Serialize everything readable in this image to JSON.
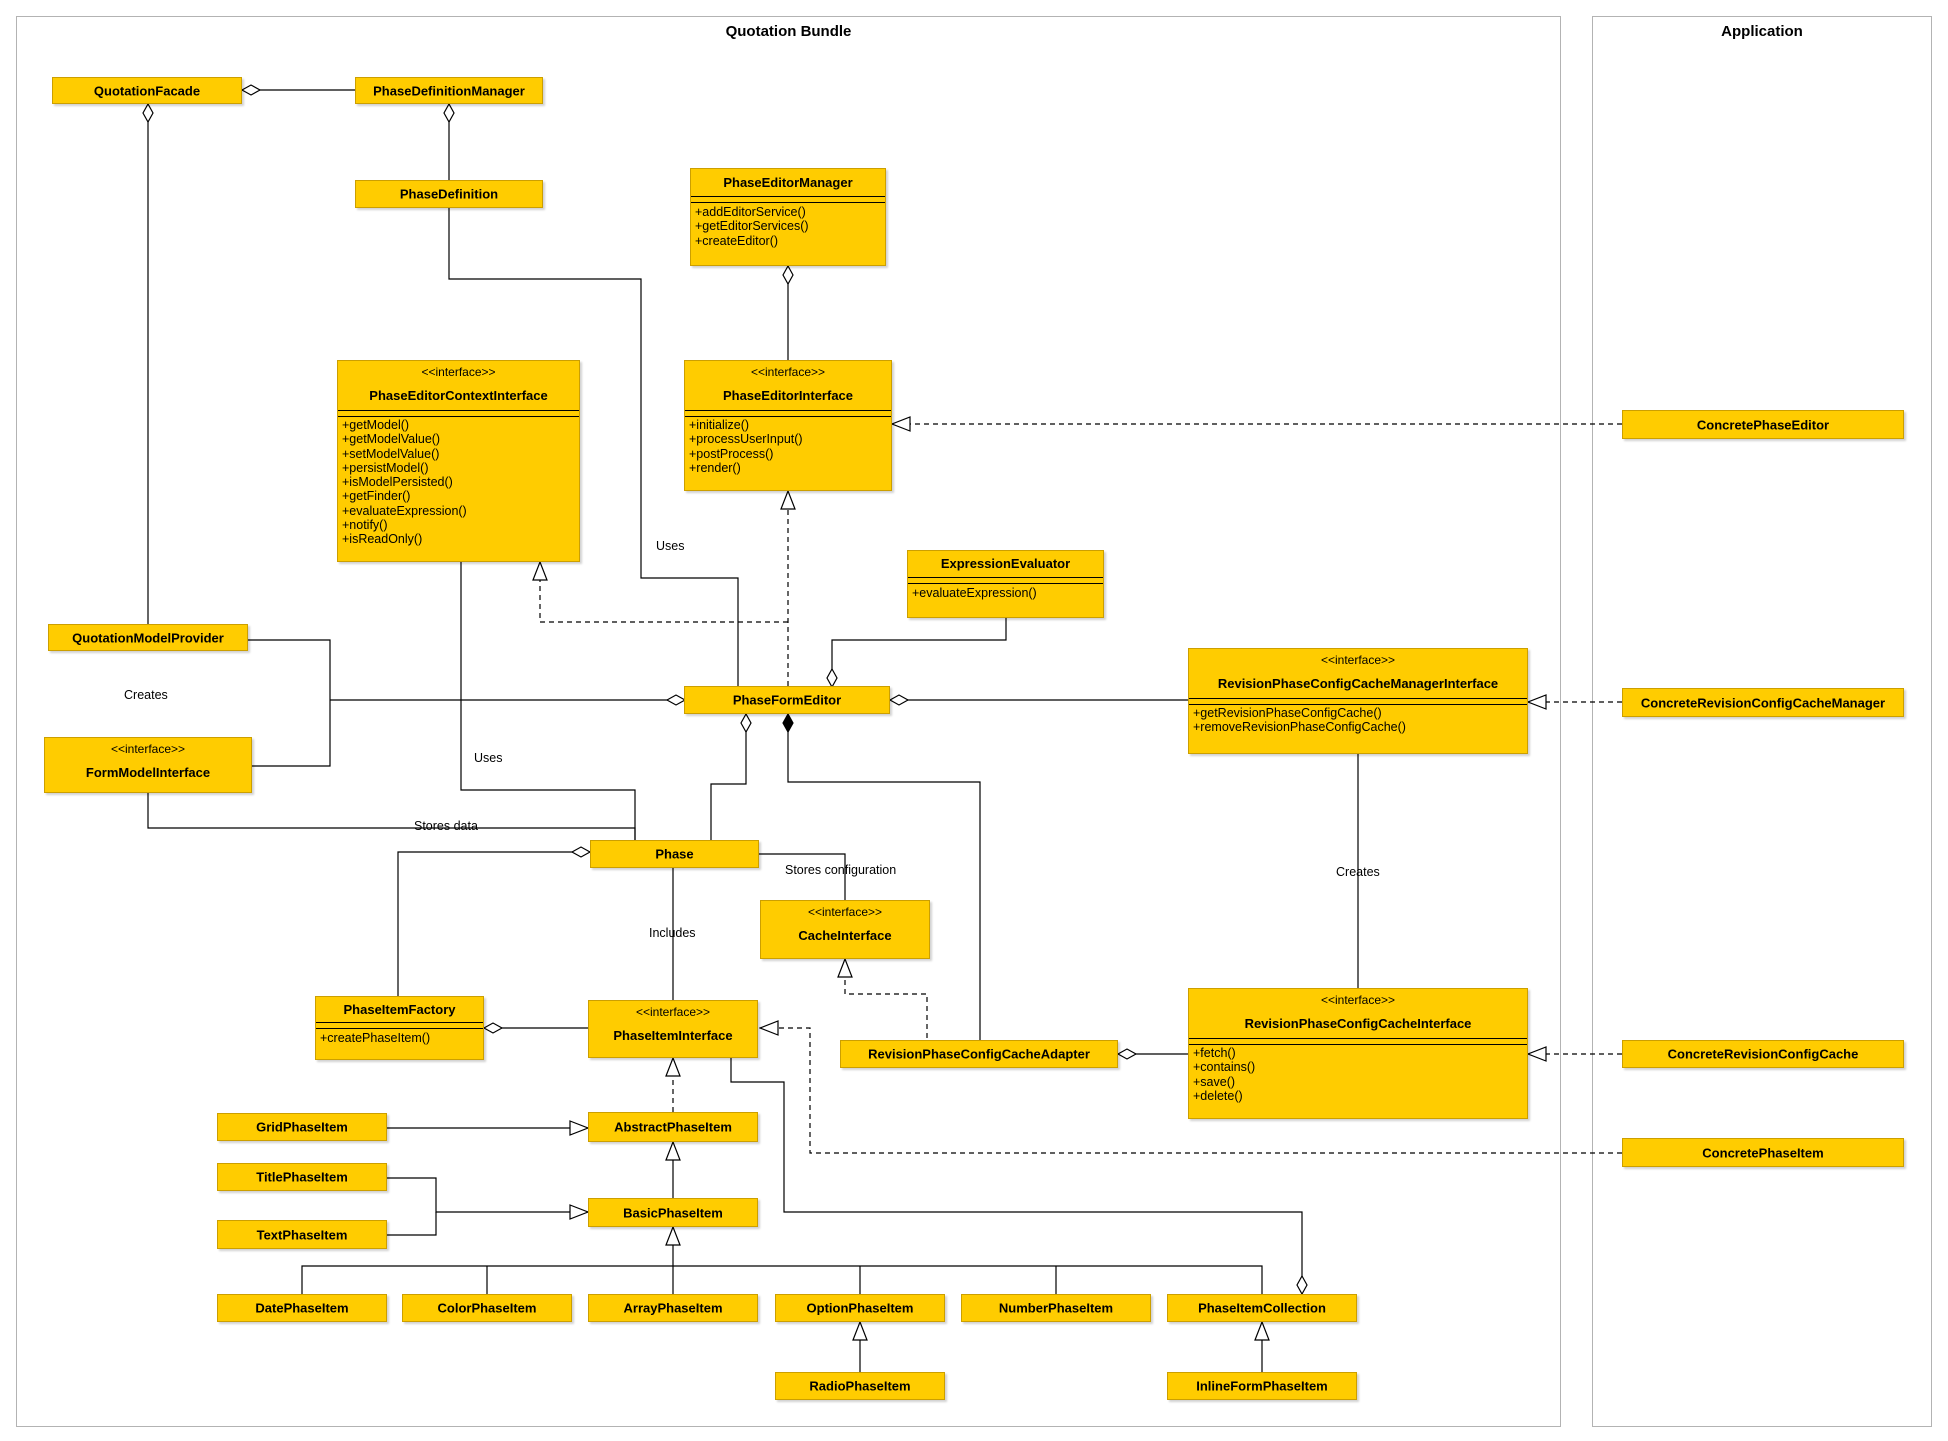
{
  "diagram": {
    "frames": {
      "bundle": {
        "title": "Quotation Bundle"
      },
      "app": {
        "title": "Application"
      }
    },
    "classes": {
      "quotationFacade": {
        "name": "QuotationFacade"
      },
      "phaseDefinitionManager": {
        "name": "PhaseDefinitionManager"
      },
      "phaseDefinition": {
        "name": "PhaseDefinition"
      },
      "phaseEditorManager": {
        "name": "PhaseEditorManager",
        "ops": [
          "+addEditorService()",
          "+getEditorServices()",
          "+createEditor()"
        ]
      },
      "phaseEditorContextInterface": {
        "stereotype": "<<interface>>",
        "name": "PhaseEditorContextInterface",
        "ops": [
          "+getModel()",
          "+getModelValue()",
          "+setModelValue()",
          "+persistModel()",
          "+isModelPersisted()",
          "+getFinder()",
          "+evaluateExpression()",
          "+notify()",
          "+isReadOnly()"
        ]
      },
      "phaseEditorInterface": {
        "stereotype": "<<interface>>",
        "name": "PhaseEditorInterface",
        "ops": [
          "+initialize()",
          "+processUserInput()",
          "+postProcess()",
          "+render()"
        ]
      },
      "expressionEvaluator": {
        "name": "ExpressionEvaluator",
        "ops": [
          "+evaluateExpression()"
        ]
      },
      "quotationModelProvider": {
        "name": "QuotationModelProvider"
      },
      "formModelInterface": {
        "stereotype": "<<interface>>",
        "name": "FormModelInterface"
      },
      "phaseFormEditor": {
        "name": "PhaseFormEditor"
      },
      "revisionPhaseConfigCacheManagerInterface": {
        "stereotype": "<<interface>>",
        "name": "RevisionPhaseConfigCacheManagerInterface",
        "ops": [
          "+getRevisionPhaseConfigCache()",
          "+removeRevisionPhaseConfigCache()"
        ]
      },
      "phase": {
        "name": "Phase"
      },
      "cacheInterface": {
        "stereotype": "<<interface>>",
        "name": "CacheInterface"
      },
      "phaseItemFactory": {
        "name": "PhaseItemFactory",
        "ops": [
          "+createPhaseItem()"
        ]
      },
      "phaseItemInterface": {
        "stereotype": "<<interface>>",
        "name": "PhaseItemInterface"
      },
      "revisionPhaseConfigCacheAdapter": {
        "name": "RevisionPhaseConfigCacheAdapter"
      },
      "revisionPhaseConfigCacheInterface": {
        "stereotype": "<<interface>>",
        "name": "RevisionPhaseConfigCacheInterface",
        "ops": [
          "+fetch()",
          "+contains()",
          "+save()",
          "+delete()"
        ]
      },
      "gridPhaseItem": {
        "name": "GridPhaseItem"
      },
      "abstractPhaseItem": {
        "name": "AbstractPhaseItem"
      },
      "titlePhaseItem": {
        "name": "TitlePhaseItem"
      },
      "basicPhaseItem": {
        "name": "BasicPhaseItem"
      },
      "textPhaseItem": {
        "name": "TextPhaseItem"
      },
      "datePhaseItem": {
        "name": "DatePhaseItem"
      },
      "colorPhaseItem": {
        "name": "ColorPhaseItem"
      },
      "arrayPhaseItem": {
        "name": "ArrayPhaseItem"
      },
      "optionPhaseItem": {
        "name": "OptionPhaseItem"
      },
      "numberPhaseItem": {
        "name": "NumberPhaseItem"
      },
      "phaseItemCollection": {
        "name": "PhaseItemCollection"
      },
      "radioPhaseItem": {
        "name": "RadioPhaseItem"
      },
      "inlineFormPhaseItem": {
        "name": "InlineFormPhaseItem"
      },
      "concretePhaseEditor": {
        "name": "ConcretePhaseEditor"
      },
      "concreteRevisionConfigCacheManager": {
        "name": "ConcreteRevisionConfigCacheManager"
      },
      "concreteRevisionConfigCache": {
        "name": "ConcreteRevisionConfigCache"
      },
      "concretePhaseItem": {
        "name": "ConcretePhaseItem"
      }
    },
    "labels": {
      "uses1": "Uses",
      "uses2": "Uses",
      "creates1": "Creates",
      "creates2": "Creates",
      "storesData": "Stores data",
      "storesConfiguration": "Stores configuration",
      "includes": "Includes"
    },
    "colors": {
      "class_fill": "#ffcc00",
      "class_border": "#cc9f00",
      "line": "#000000",
      "frame": "#b3b3b3"
    }
  }
}
